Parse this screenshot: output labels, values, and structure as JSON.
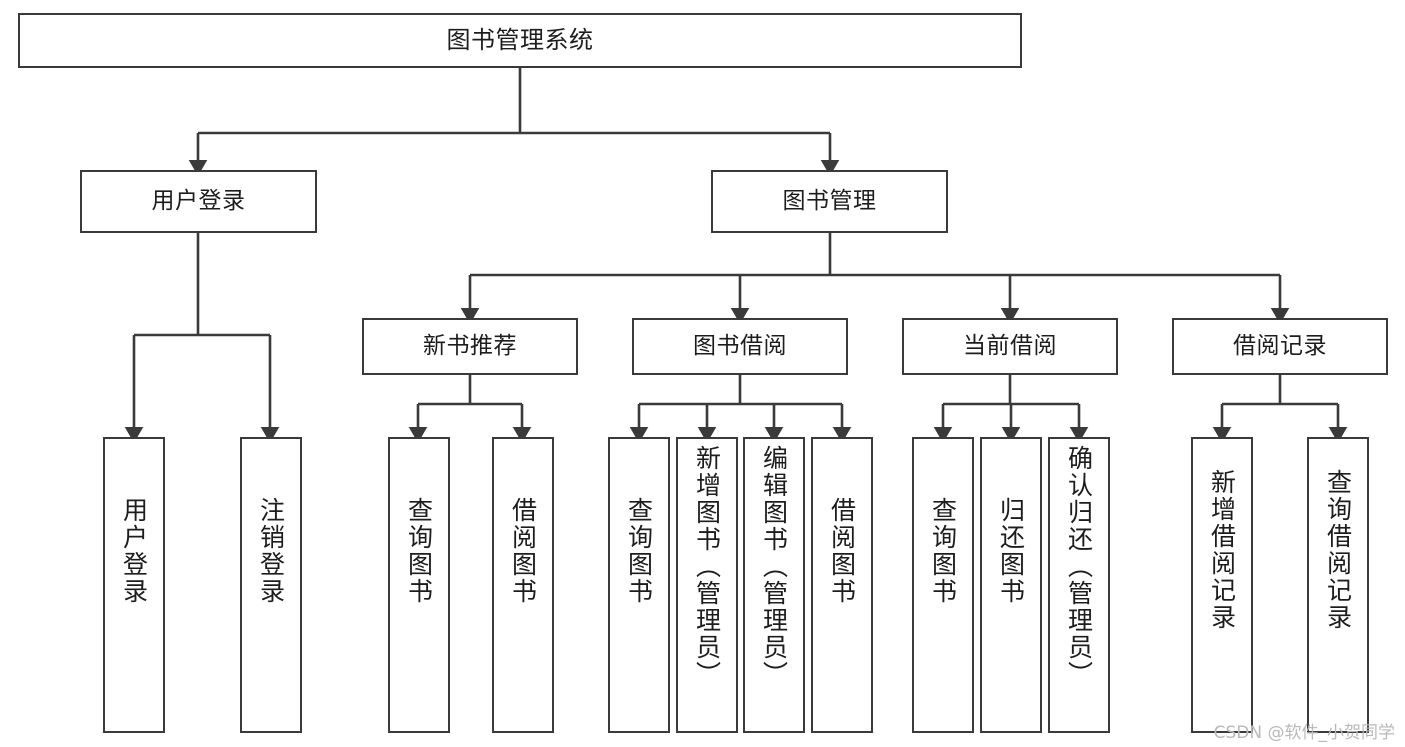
{
  "diagram": {
    "title": "图书管理系统",
    "type": "tree",
    "watermark": "CSDN @软件_小贺同学",
    "colors": {
      "stroke": "#3a3a3a",
      "fill": "#ffffff",
      "text": "#1d1d1d",
      "watermark": "#b9b9b9"
    },
    "nodes": {
      "root": {
        "label": "图书管理系统"
      },
      "level2": [
        {
          "id": "user-login",
          "label": "用户登录"
        },
        {
          "id": "book-manage",
          "label": "图书管理"
        }
      ],
      "level3": [
        {
          "id": "new-book-recommend",
          "label": "新书推荐"
        },
        {
          "id": "book-borrow",
          "label": "图书借阅"
        },
        {
          "id": "current-borrow",
          "label": "当前借阅"
        },
        {
          "id": "borrow-record",
          "label": "借阅记录"
        }
      ],
      "leaves": {
        "user-login": [
          {
            "id": "leaf-user-login",
            "label": "用户登录"
          },
          {
            "id": "leaf-logout",
            "label": "注销登录"
          }
        ],
        "new-book-recommend": [
          {
            "id": "leaf-query-book-1",
            "label": "查询图书"
          },
          {
            "id": "leaf-borrow-book-1",
            "label": "借阅图书"
          }
        ],
        "book-borrow": [
          {
            "id": "leaf-query-book-2",
            "label": "查询图书"
          },
          {
            "id": "leaf-add-book",
            "label": "新增图书（管理员）"
          },
          {
            "id": "leaf-edit-book",
            "label": "编辑图书（管理员）"
          },
          {
            "id": "leaf-borrow-book-2",
            "label": "借阅图书"
          }
        ],
        "current-borrow": [
          {
            "id": "leaf-query-book-3",
            "label": "查询图书"
          },
          {
            "id": "leaf-return-book",
            "label": "归还图书"
          },
          {
            "id": "leaf-confirm-return",
            "label": "确认归还（管理员）"
          }
        ],
        "borrow-record": [
          {
            "id": "leaf-add-record",
            "label": "新增借阅记录"
          },
          {
            "id": "leaf-query-record",
            "label": "查询借阅记录"
          }
        ]
      }
    }
  }
}
